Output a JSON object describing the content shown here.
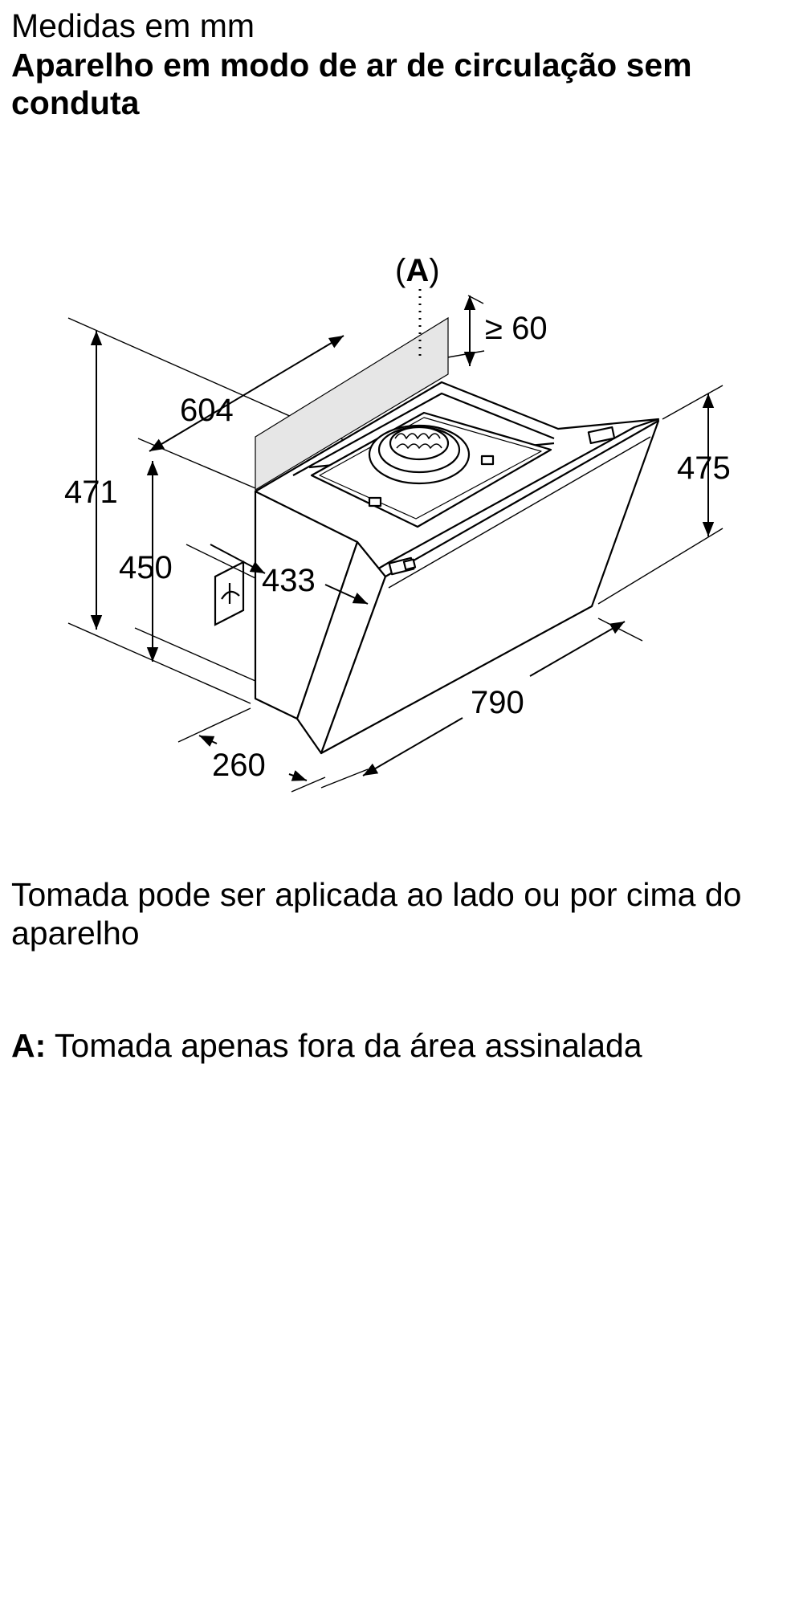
{
  "header": {
    "units": "Medidas em mm",
    "title": "Aparelho em modo de ar de circulação sem conduta"
  },
  "diagram": {
    "marker": "A",
    "dimensions": {
      "clearance": "≥ 60",
      "width_top": "604",
      "total_height": "471",
      "hood_height": "475",
      "socket_height": "450",
      "depth_433": "433",
      "depth_260": "260",
      "width_790": "790"
    }
  },
  "notes": {
    "socket_position": "Tomada pode ser aplicada ao lado ou por cima do aparelho",
    "legend_key": "A:",
    "legend_text": "Tomada apenas fora da área assinalada"
  }
}
